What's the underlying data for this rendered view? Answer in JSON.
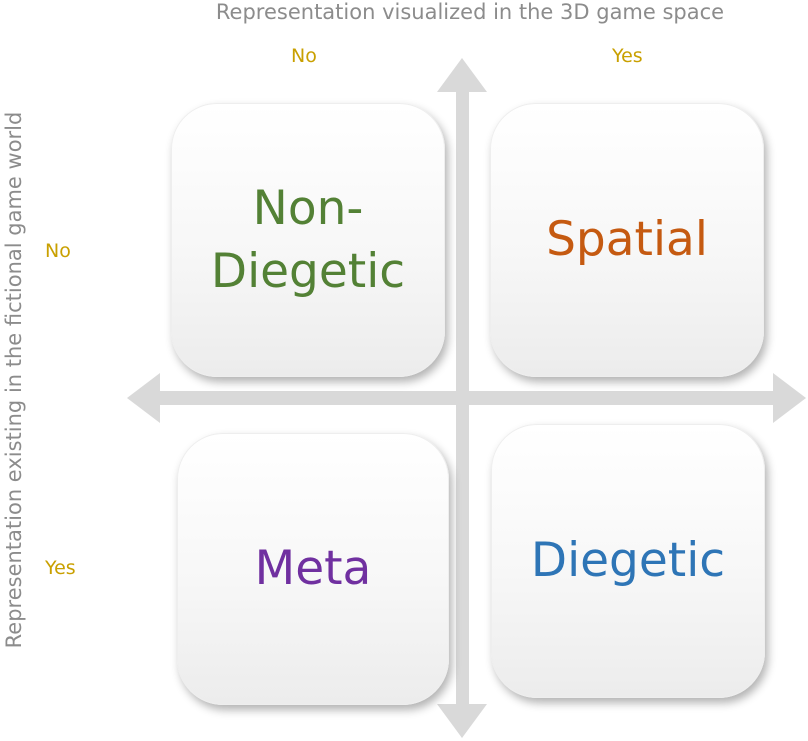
{
  "axes": {
    "horizontal_title": "Representation visualized in the 3D game space",
    "vertical_title": "Representation existing in the fictional game world",
    "horizontal_left_value": "No",
    "horizontal_right_value": "Yes",
    "vertical_top_value": "No",
    "vertical_bottom_value": "Yes"
  },
  "quadrants": {
    "top_left": {
      "label_line1": "Non-",
      "label_line2": "Diegetic",
      "color": "#538135"
    },
    "top_right": {
      "label": "Spatial",
      "color": "#c55a11"
    },
    "bottom_left": {
      "label": "Meta",
      "color": "#7030a0"
    },
    "bottom_right": {
      "label": "Diegetic",
      "color": "#2e75b6"
    }
  },
  "colors": {
    "axis": "#d9d9d9",
    "axis_title": "#8c8c8c",
    "yes_no": "#c9a000"
  }
}
